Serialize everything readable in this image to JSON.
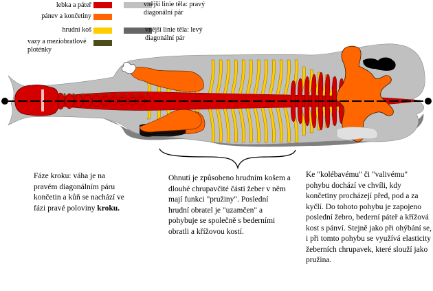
{
  "legend": {
    "items": [
      {
        "label": "lebka a páteř",
        "color": "#d40000"
      },
      {
        "label": "pánev a končetiny",
        "color": "#ff6600"
      },
      {
        "label": "hrudní koš",
        "color": "#ffcc00"
      },
      {
        "label": "vazy a meziobratlové ploténky",
        "color": "#4d4d1a"
      }
    ],
    "outline_items": [
      {
        "label_line1": "vnější linie těla: pravý",
        "label_line2": "diagonální pár",
        "color": "#c0c0c0"
      },
      {
        "label_line1": "vnější linie těla: levý",
        "label_line2": "diagonální pár",
        "color": "#666666"
      }
    ]
  },
  "diagram": {
    "title": "horse skeleton dorsal view",
    "colors": {
      "skull_spine": "#d40000",
      "pelvis_limbs": "#ff6600",
      "ribcage": "#ffcc00",
      "ligaments": "#4d4d1a",
      "body_outline_right": "#c0c0c0",
      "body_outline_left": "#808080",
      "axis_line": "#000000"
    }
  },
  "captions": {
    "left": {
      "text": "Fáze kroku: váha je na pravém diagonálním páru končetin  a kůň se nachází ve fázi pravé poloviny",
      "bold": "kroku."
    },
    "middle": {
      "text": "Ohnutí je způsobeno hrudním košem a dlouhé chrupavčité části žeber v něm mají funkci \"pružiny\". Poslední hrudní obratel je \"uzamčen\" a pohybuje se společně s bederními obratli a křížovou kostí."
    },
    "right": {
      "text": "Ke \"kolébavému\" či \"valivému\" pohybu dochází ve chvíli, kdy končetiny procházejí před, pod a za kyčlí. Do tohoto pohybu je zapojeno poslední žebro, bederní páteř a křížová kost s pánví. Stejně jako při ohýbání se, i při tomto pohybu se využívá elasticity žeberních chrupavek, které slouží jako pružina."
    }
  }
}
